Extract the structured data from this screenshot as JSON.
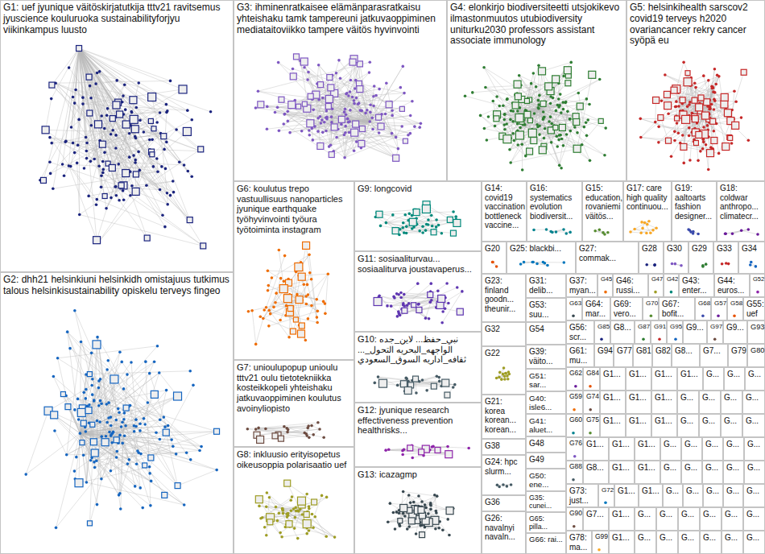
{
  "diagram": {
    "nodes": [
      {
        "text": [
          "G1: uef jyunique väitöskirjatutkija tttv21 ravitsemus jyuscience kouluruoka sustainabilityforjyu viikinkampus luusto"
        ]
      },
      {
        "text": [
          "G3: ihminenratkaisee elämänparasratkaisu yhteishaku tamk tampereuni jatkuvaoppiminen mediataitoviikko tampere väitös hyvinvointi"
        ]
      },
      {
        "text": [
          "G4: elonkirjo biodiversiteetti utsjokikevo ilmastonmuutos utubiodiversity uniturku2030 professors assistant associate immunology"
        ]
      },
      {
        "text": [
          "G5: helsinkihealth sarscov2 covid19 terveys h2020 ovariancancer rekry cancer syöpä eu"
        ]
      },
      {
        "text": [
          "G2: dhh21 helsinkiuni helsinkidh omistajuus tutkimus talous helsinkisustainability opiskelu terveys fingeo"
        ]
      },
      {
        "text": [
          "G6: koulutus trepo vastuullisuus nanoparticles jyunique earthquake työhyvinvointi työura työtoiminta instagram"
        ]
      },
      {
        "text": [
          "G7: unioulupopup unioulu tttv21 oulu tietotekniikka kosteikkopeli yhteishaku jatkuvaoppiminen koulutus avoinyliopisto"
        ]
      },
      {
        "text": [
          "G8: inkluusio erityisopetus oikeusoppia polarisaatio uef"
        ]
      },
      {
        "text": [
          "G9: longcovid"
        ]
      },
      {
        "text": [
          "G11: sosiaaliturvau... sosiaaliturva joustavaperus..."
        ]
      },
      {
        "text": [
          "G10: نبي_حفظ... لاين_جده الواجهه_البحريه التحول_... ثقافه_اداريه السوق_السعودي"
        ]
      },
      {
        "text": [
          "G12: jyunique research effectiveness prevention healthrisks..."
        ]
      },
      {
        "text": [
          "G13: icazagmp"
        ]
      },
      {
        "text": [
          "G14: covid19 vaccination bottleneck vaccine..."
        ]
      },
      {
        "text": [
          "G16: systematics evolution biodiversit..."
        ]
      },
      {
        "text": [
          "G15: education, rovaniemi väitös..."
        ]
      },
      {
        "text": [
          "G17: care high quality continuou..."
        ]
      },
      {
        "text": [
          "G19: aaltoarts fashion designer..."
        ]
      },
      {
        "text": [
          "G18: coldwar anthropo... climatecr..."
        ]
      },
      {
        "text": [
          "G20"
        ]
      },
      {
        "text": [
          "G25: blackbi..."
        ]
      },
      {
        "text": [
          "G27: commak..."
        ]
      },
      {
        "text": [
          "G28"
        ]
      },
      {
        "text": [
          "G30"
        ]
      },
      {
        "text": [
          "G29"
        ]
      },
      {
        "text": [
          "G33"
        ]
      },
      {
        "text": [
          "G34"
        ]
      },
      {
        "text": [
          "G23: finland goodn... theunir..."
        ]
      },
      {
        "text": [
          "G32"
        ]
      },
      {
        "text": [
          "G22"
        ]
      },
      {
        "text": [
          "G21: korea korean... korean..."
        ]
      },
      {
        "text": [
          "G38"
        ]
      },
      {
        "text": [
          "G24: hpc slurm..."
        ]
      },
      {
        "text": [
          "G36"
        ]
      },
      {
        "text": [
          "G26: navalnyi navaln..."
        ]
      },
      {
        "text": [
          "G31: delib..."
        ]
      },
      {
        "text": [
          "G53: suu..."
        ]
      },
      {
        "text": [
          "G54"
        ]
      },
      {
        "text": [
          "G39: väito..."
        ]
      },
      {
        "text": [
          "G51: sar..."
        ]
      },
      {
        "text": [
          "G40: isle6..."
        ]
      },
      {
        "text": [
          "G41: aluet..."
        ]
      },
      {
        "text": [
          "G48"
        ]
      },
      {
        "text": [
          "G49"
        ]
      },
      {
        "text": [
          "G50: ene..."
        ]
      },
      {
        "text": [
          "G35: cunei..."
        ]
      },
      {
        "text": [
          "G65: pilla..."
        ]
      },
      {
        "text": [
          "G66: rai..."
        ]
      },
      {
        "text": [
          "G37: myan..."
        ]
      },
      {
        "text": [
          "G45"
        ]
      },
      {
        "text": [
          "G46: russi..."
        ]
      },
      {
        "text": [
          "G47"
        ]
      },
      {
        "text": [
          "G42"
        ]
      },
      {
        "text": [
          "G43: enter..."
        ]
      },
      {
        "text": [
          "G44: euros..."
        ]
      },
      {
        "text": [
          "G52"
        ]
      },
      {
        "text": [
          "G63"
        ]
      },
      {
        "text": [
          "G64: mar..."
        ]
      },
      {
        "text": [
          "G69: vero..."
        ]
      },
      {
        "text": [
          "G70"
        ]
      },
      {
        "text": [
          "G67: bofit..."
        ]
      },
      {
        "text": [
          "G68"
        ]
      },
      {
        "text": [
          "G57"
        ]
      },
      {
        "text": [
          "G58"
        ]
      },
      {
        "text": [
          "G55: uef"
        ]
      },
      {
        "text": [
          "G56: scr..."
        ]
      },
      {
        "text": [
          "G85"
        ]
      },
      {
        "text": [
          "G8..."
        ]
      },
      {
        "text": [
          "G87"
        ]
      },
      {
        "text": [
          "G91"
        ]
      },
      {
        "text": [
          "G95"
        ]
      },
      {
        "text": [
          "G9..."
        ]
      },
      {
        "text": [
          "G97"
        ]
      },
      {
        "text": [
          "G9..."
        ]
      },
      {
        "text": [
          "G93"
        ]
      },
      {
        "text": [
          "G61: mu..."
        ]
      },
      {
        "text": [
          "G94"
        ]
      },
      {
        "text": [
          "G77"
        ]
      },
      {
        "text": [
          "G81"
        ]
      },
      {
        "text": [
          "G82"
        ]
      },
      {
        "text": [
          "G8..."
        ]
      },
      {
        "text": [
          "G7..."
        ]
      },
      {
        "text": [
          "G79"
        ]
      },
      {
        "text": [
          "G80"
        ]
      },
      {
        "text": [
          "G62"
        ]
      },
      {
        "text": [
          "G84"
        ]
      },
      {
        "text": [
          "G1..."
        ]
      },
      {
        "text": [
          "G1..."
        ]
      },
      {
        "text": [
          "G1..."
        ]
      },
      {
        "text": [
          "G1..."
        ]
      },
      {
        "text": [
          "G..."
        ]
      },
      {
        "text": [
          "G..."
        ]
      },
      {
        "text": [
          "G..."
        ]
      },
      {
        "text": [
          "G59"
        ]
      },
      {
        "text": [
          "G74"
        ]
      },
      {
        "text": [
          "G1..."
        ]
      },
      {
        "text": [
          "G1..."
        ]
      },
      {
        "text": [
          "G1..."
        ]
      },
      {
        "text": [
          "G..."
        ]
      },
      {
        "text": [
          "G..."
        ]
      },
      {
        "text": [
          "G..."
        ]
      },
      {
        "text": [
          "G..."
        ]
      },
      {
        "text": [
          "G60"
        ]
      },
      {
        "text": [
          "G75"
        ]
      },
      {
        "text": [
          "G1..."
        ]
      },
      {
        "text": [
          "G1..."
        ]
      },
      {
        "text": [
          "G1..."
        ]
      },
      {
        "text": [
          "G..."
        ]
      },
      {
        "text": [
          "G..."
        ]
      },
      {
        "text": [
          "G..."
        ]
      },
      {
        "text": [
          "G..."
        ]
      },
      {
        "text": [
          "G76"
        ]
      },
      {
        "text": [
          "G1..."
        ]
      },
      {
        "text": [
          "G1..."
        ]
      },
      {
        "text": [
          "G1..."
        ]
      },
      {
        "text": [
          "G..."
        ]
      },
      {
        "text": [
          "G..."
        ]
      },
      {
        "text": [
          "G..."
        ]
      },
      {
        "text": [
          "G..."
        ]
      },
      {
        "text": [
          "G..."
        ]
      },
      {
        "text": [
          "G88"
        ]
      },
      {
        "text": [
          "G8..."
        ]
      },
      {
        "text": [
          "G1..."
        ]
      },
      {
        "text": [
          "G1..."
        ]
      },
      {
        "text": [
          "G..."
        ]
      },
      {
        "text": [
          "G..."
        ]
      },
      {
        "text": [
          "G..."
        ]
      },
      {
        "text": [
          "G..."
        ]
      },
      {
        "text": [
          "G..."
        ]
      },
      {
        "text": [
          "G73: just..."
        ]
      },
      {
        "text": [
          "G72"
        ]
      },
      {
        "text": [
          "G1..."
        ]
      },
      {
        "text": [
          "G1..."
        ]
      },
      {
        "text": [
          "G..."
        ]
      },
      {
        "text": [
          "G..."
        ]
      },
      {
        "text": [
          "G..."
        ]
      },
      {
        "text": [
          "G..."
        ]
      },
      {
        "text": [
          "G..."
        ]
      },
      {
        "text": [
          "G90"
        ]
      },
      {
        "text": [
          "G7..."
        ]
      },
      {
        "text": [
          "G1..."
        ]
      },
      {
        "text": [
          "G..."
        ]
      },
      {
        "text": [
          "G..."
        ]
      },
      {
        "text": [
          "G..."
        ]
      },
      {
        "text": [
          "G..."
        ]
      },
      {
        "text": [
          "G..."
        ]
      },
      {
        "text": [
          "G..."
        ]
      },
      {
        "text": [
          "G78: ma..."
        ]
      },
      {
        "text": [
          "G99"
        ]
      },
      {
        "text": [
          "G1..."
        ]
      },
      {
        "text": [
          "G..."
        ]
      },
      {
        "text": [
          "G..."
        ]
      },
      {
        "text": [
          "G..."
        ]
      },
      {
        "text": [
          "G..."
        ]
      },
      {
        "text": [
          "G..."
        ]
      },
      {
        "text": [
          "G..."
        ]
      }
    ]
  }
}
